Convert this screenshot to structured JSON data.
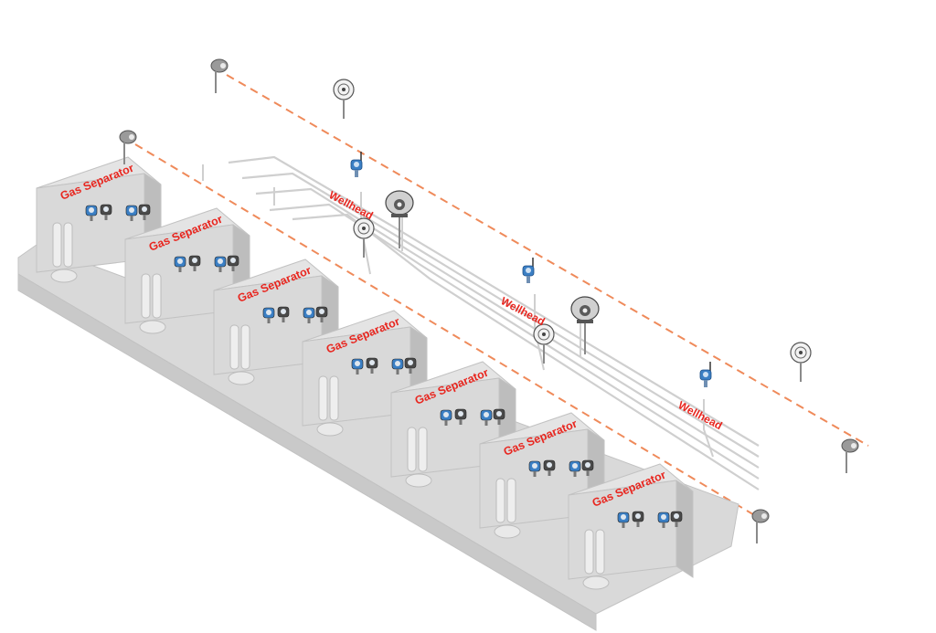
{
  "colors": {
    "label": "#e8261f",
    "dashed_line": "#ef8a5a",
    "equipment_fill": "#d9d9d9",
    "equipment_edge": "#c2c2c2",
    "pipe": "#cfcfcf",
    "transmitter": "#3b7fc4",
    "device_dark": "#4a4a4a"
  },
  "separators": [
    {
      "label": "Gas Separator",
      "icon": "gas-detector-icon"
    },
    {
      "label": "Gas Separator",
      "icon": "gas-detector-icon"
    },
    {
      "label": "Gas Separator",
      "icon": "gas-detector-icon"
    },
    {
      "label": "Gas Separator",
      "icon": "gas-detector-icon"
    },
    {
      "label": "Gas Separator",
      "icon": "gas-detector-icon"
    },
    {
      "label": "Gas Separator",
      "icon": "gas-detector-icon"
    },
    {
      "label": "Gas Separator",
      "icon": "gas-detector-icon"
    }
  ],
  "wellheads": [
    {
      "label": "Wellhead",
      "icon": "wireless-transmitter-icon"
    },
    {
      "label": "Wellhead",
      "icon": "wireless-transmitter-icon"
    },
    {
      "label": "Wellhead",
      "icon": "wireless-transmitter-icon"
    }
  ],
  "devices": [
    {
      "icon": "beacon-icon"
    },
    {
      "icon": "beacon-icon"
    },
    {
      "icon": "beacon-icon"
    },
    {
      "icon": "beacon-icon"
    },
    {
      "icon": "sounder-icon"
    },
    {
      "icon": "sounder-icon"
    },
    {
      "icon": "sounder-icon"
    },
    {
      "icon": "sounder-icon"
    },
    {
      "icon": "camera-dome-icon"
    },
    {
      "icon": "camera-dome-icon"
    }
  ]
}
